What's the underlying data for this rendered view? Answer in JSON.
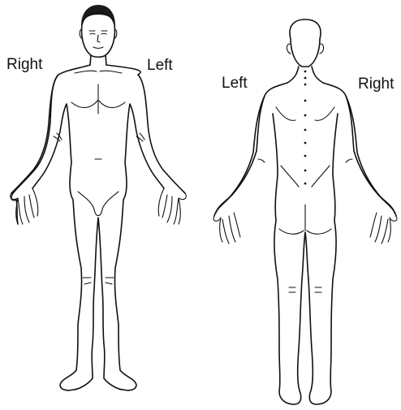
{
  "front_view": {
    "label_right": "Right",
    "label_left": "Left"
  },
  "back_view": {
    "label_left": "Left",
    "label_right": "Right"
  }
}
